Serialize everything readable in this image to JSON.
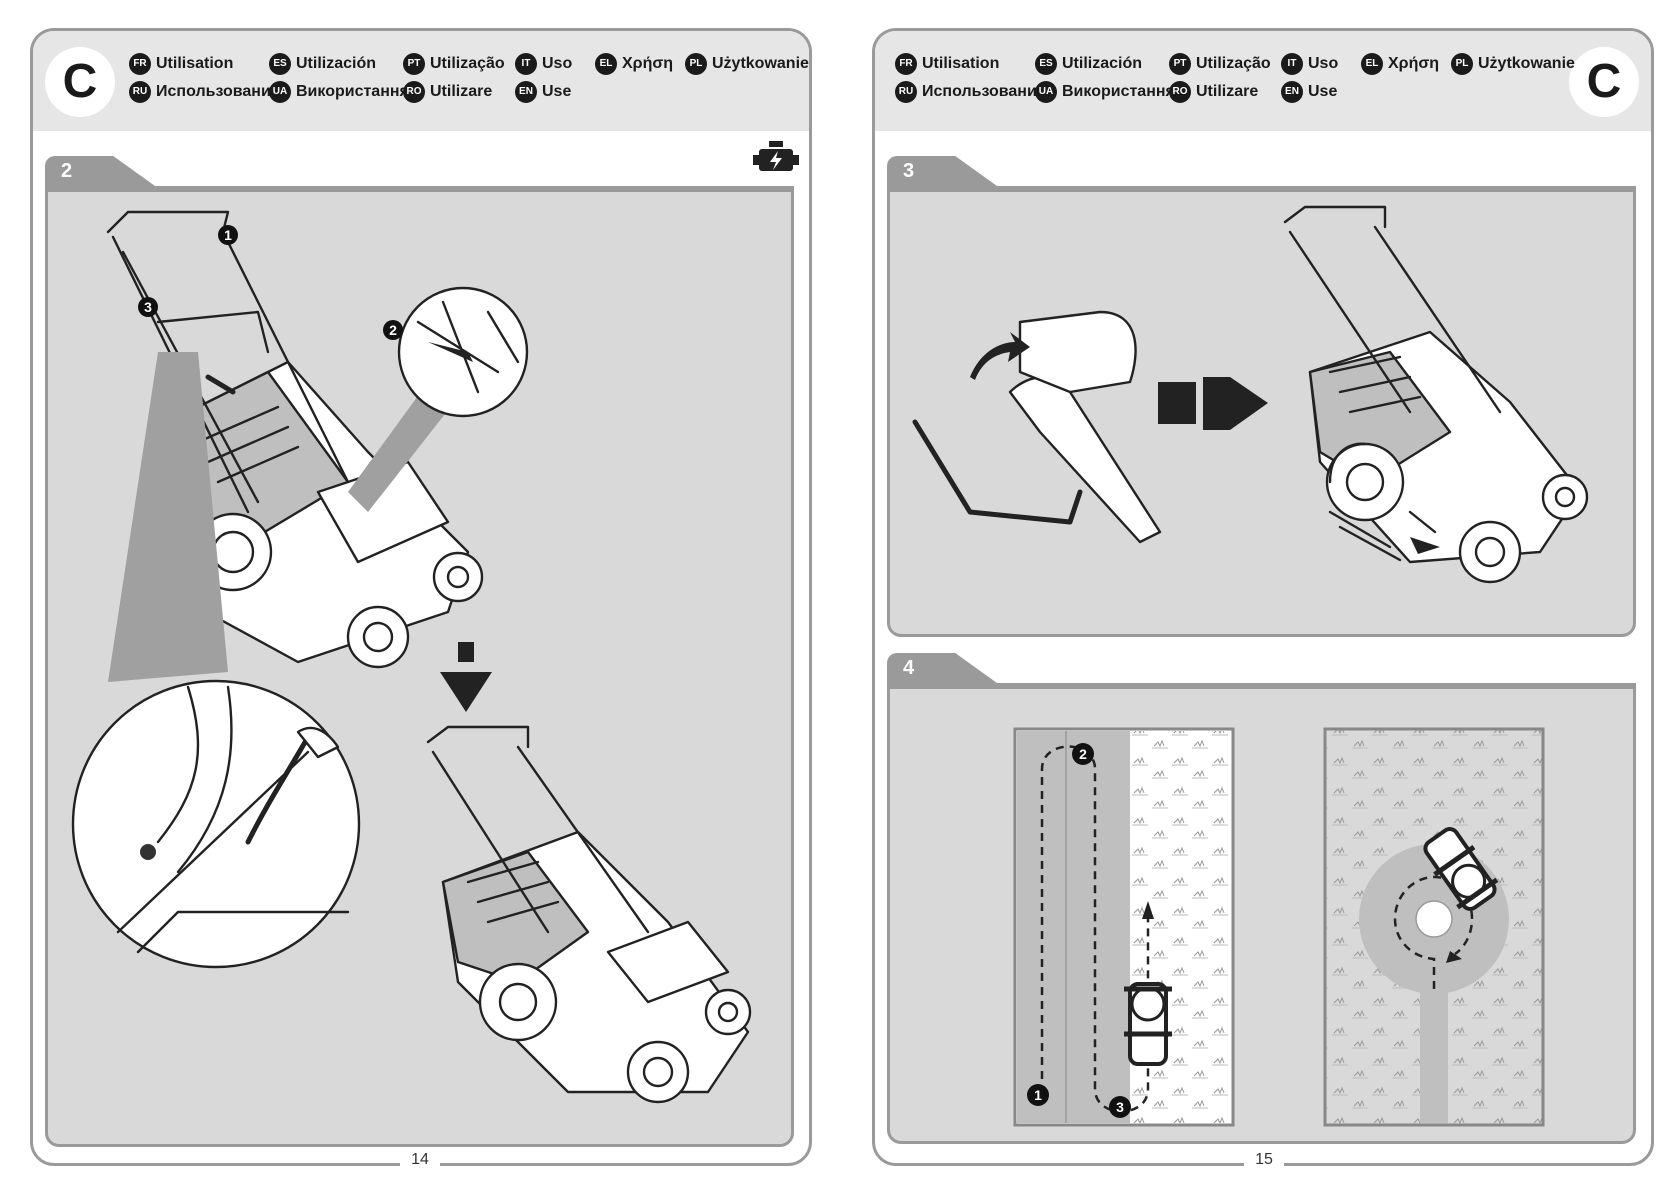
{
  "section_letter": "C",
  "languages_left": [
    {
      "code": "FR",
      "label": "Utilisation"
    },
    {
      "code": "ES",
      "label": "Utilización"
    },
    {
      "code": "PT",
      "label": "Utilização"
    },
    {
      "code": "IT",
      "label": "Uso"
    },
    {
      "code": "EL",
      "label": "Χρήση"
    },
    {
      "code": "PL",
      "label": "Użytkowanie"
    },
    {
      "code": "RU",
      "label": "Использование"
    },
    {
      "code": "UA",
      "label": "Використання"
    },
    {
      "code": "RO",
      "label": "Utilizare"
    },
    {
      "code": "EN",
      "label": "Use"
    }
  ],
  "languages_right": [
    {
      "code": "FR",
      "label": "Utilisation"
    },
    {
      "code": "ES",
      "label": "Utilización"
    },
    {
      "code": "PT",
      "label": "Utilização"
    },
    {
      "code": "IT",
      "label": "Uso"
    },
    {
      "code": "EL",
      "label": "Χρήση"
    },
    {
      "code": "PL",
      "label": "Użytkowanie"
    },
    {
      "code": "RU",
      "label": "Использование"
    },
    {
      "code": "UA",
      "label": "Використання"
    },
    {
      "code": "RO",
      "label": "Utilizare"
    },
    {
      "code": "EN",
      "label": "Use"
    }
  ],
  "steps": {
    "step2": "2",
    "step3": "3",
    "step4": "4"
  },
  "callouts": {
    "c1": "1",
    "c2": "2",
    "c3": "3"
  },
  "icons": {
    "engine": "engine-start-icon"
  },
  "page_numbers": {
    "left": "14",
    "right": "15"
  }
}
